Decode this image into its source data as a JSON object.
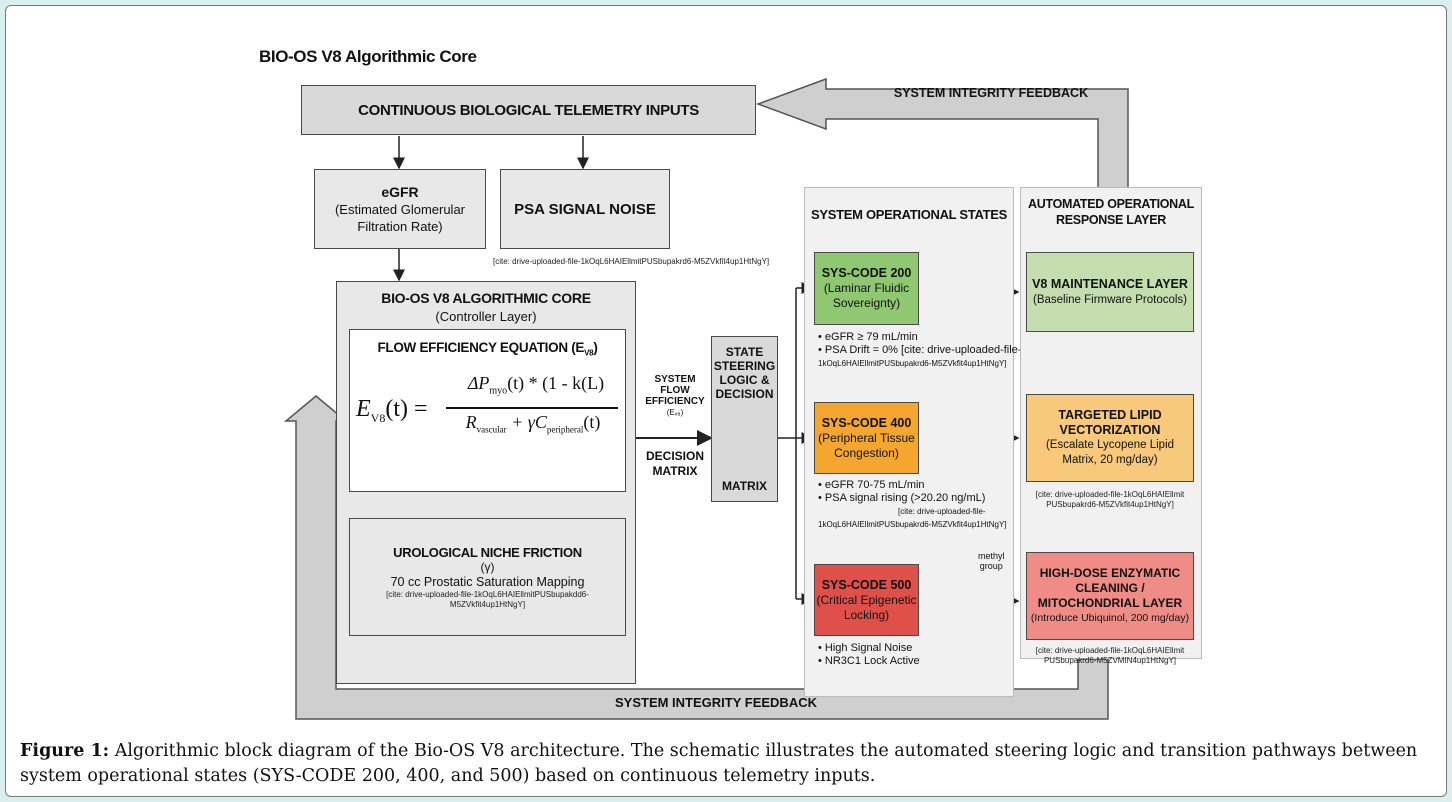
{
  "diagram": {
    "header_title": "BIO-OS V8 Algorithmic Core",
    "telemetry_label": "CONTINUOUS BIOLOGICAL TELEMETRY INPUTS",
    "feedback_top_label": "SYSTEM INTEGRITY FEEDBACK",
    "feedback_bottom_label": "SYSTEM INTEGRITY FEEDBACK",
    "egfr": {
      "title": "eGFR",
      "line1": "(Estimated Glomerular",
      "line2": "Filtration Rate)"
    },
    "psa": {
      "title": "PSA SIGNAL NOISE",
      "cite": "[cite: drive-uploaded-file-1kOqL6HAIEllmitPUSbupakrd6-M5ZVkfit4up1HtNgY]"
    },
    "core": {
      "title": "BIO-OS V8 ALGORITHMIC CORE",
      "subtitle": "(Controller Layer)",
      "equation_title": "FLOW EFFICIENCY EQUATION (E",
      "equation_title_sub": "V8",
      "equation_title_end": ")",
      "friction_title": "UROLOGICAL NICHE FRICTION",
      "friction_symbol": "(γ)",
      "friction_desc": "70 cc Prostatic Saturation Mapping",
      "friction_cite1": "[cite: drive-uploaded-file-1kOqL6HAIEllmitPUSbupakdd6-",
      "friction_cite2": "M5ZVkfit4up1HtNgY]"
    },
    "equation": {
      "lhs": "E",
      "lhs_sub": "V8",
      "lhs_arg": "(t) =",
      "num": "ΔP",
      "num_sub": "myo",
      "num_rest": "(t) * (1 - k(L)",
      "den": "R",
      "den_sub": "vascular",
      "den_mid": " + γC",
      "den_sub2": "peripheral",
      "den_rest": "(t)"
    },
    "flow_label": {
      "l1": "SYSTEM",
      "l2": "FLOW",
      "l3": "EFFICIENCY",
      "l4": "(Eᵥ₈)"
    },
    "decision_label": {
      "l1": "DECISION",
      "l2": "MATRIX"
    },
    "steering": {
      "l1": "STATE",
      "l2": "STEERING",
      "l3": "LOGIC &",
      "l4": "DECISION",
      "l5": "MATRIX"
    },
    "states_header": "SYSTEM OPERATIONAL STATES",
    "response_header": {
      "l1": "AUTOMATED OPERATIONAL",
      "l2": "RESPONSE LAYER"
    },
    "state200": {
      "title": "SYS-CODE 200",
      "l1": "(Laminar Fluidic",
      "l2": "Sovereignty)",
      "b1": "• eGFR ≥ 79 mL/min",
      "b2": "• PSA Drift = 0% [cite: drive-uploaded-file-",
      "b3": "1kOqL6HAIEllmitPUSbupakrd6-M5ZVkfit4up1HtNgY]"
    },
    "state400": {
      "title": "SYS-CODE 400",
      "l1": "(Peripheral Tissue",
      "l2": "Congestion)",
      "b1": "• eGFR 70-75 mL/min",
      "b2": "• PSA signal rising (>20.20 ng/mL)",
      "b3": "[cite: drive-uploaded-file-",
      "b4": "1kOqL6HAIEllmitPUSbupakrd6-M5ZVkfit4up1HtNgY]"
    },
    "state500": {
      "title": "SYS-CODE 500",
      "l1": "(Critical Epigenetic",
      "l2": "Locking)",
      "b1": "• High Signal Noise",
      "b2": "• NR3C1 Lock Active",
      "methyl": "methyl\ngroup"
    },
    "resp200": {
      "title": "V8 MAINTENANCE LAYER",
      "l1": "(Baseline Firmware Protocols)"
    },
    "resp400": {
      "l0": "TARGETED LIPID",
      "l1": "VECTORIZATION",
      "l2": "(Escalate Lycopene Lipid",
      "l3": "Matrix, 20 mg/day)",
      "cite1": "[cite: drive-uploaded-file-1kOqL6HAIEllmit",
      "cite2": "PUSbupakrd6-M5ZVkfit4up1HtNgY]"
    },
    "resp500": {
      "l0": "HIGH-DOSE ENZYMATIC",
      "l1": "CLEANING /",
      "l2": "MITOCHONDRIAL LAYER",
      "l3": "(Introduce Ubiquinol, 200 mg/day)",
      "cite1": "[cite: drive-uploaded-file-1kOqL6HAIEllmit",
      "cite2": "PUSbupakrd6-M5ZVMIN4up1HtNgY]"
    },
    "colors": {
      "green": "#8fc870",
      "orange": "#f4a62e",
      "red": "#e0504a",
      "gray": "#d9d9d9"
    }
  },
  "caption": {
    "label": "Figure 1:",
    "text": " Algorithmic block diagram of the Bio-OS V8 architecture. The schematic illustrates the automated steering logic and transition pathways between system operational states (SYS-CODE 200, 400, and 500) based on continuous telemetry inputs."
  }
}
